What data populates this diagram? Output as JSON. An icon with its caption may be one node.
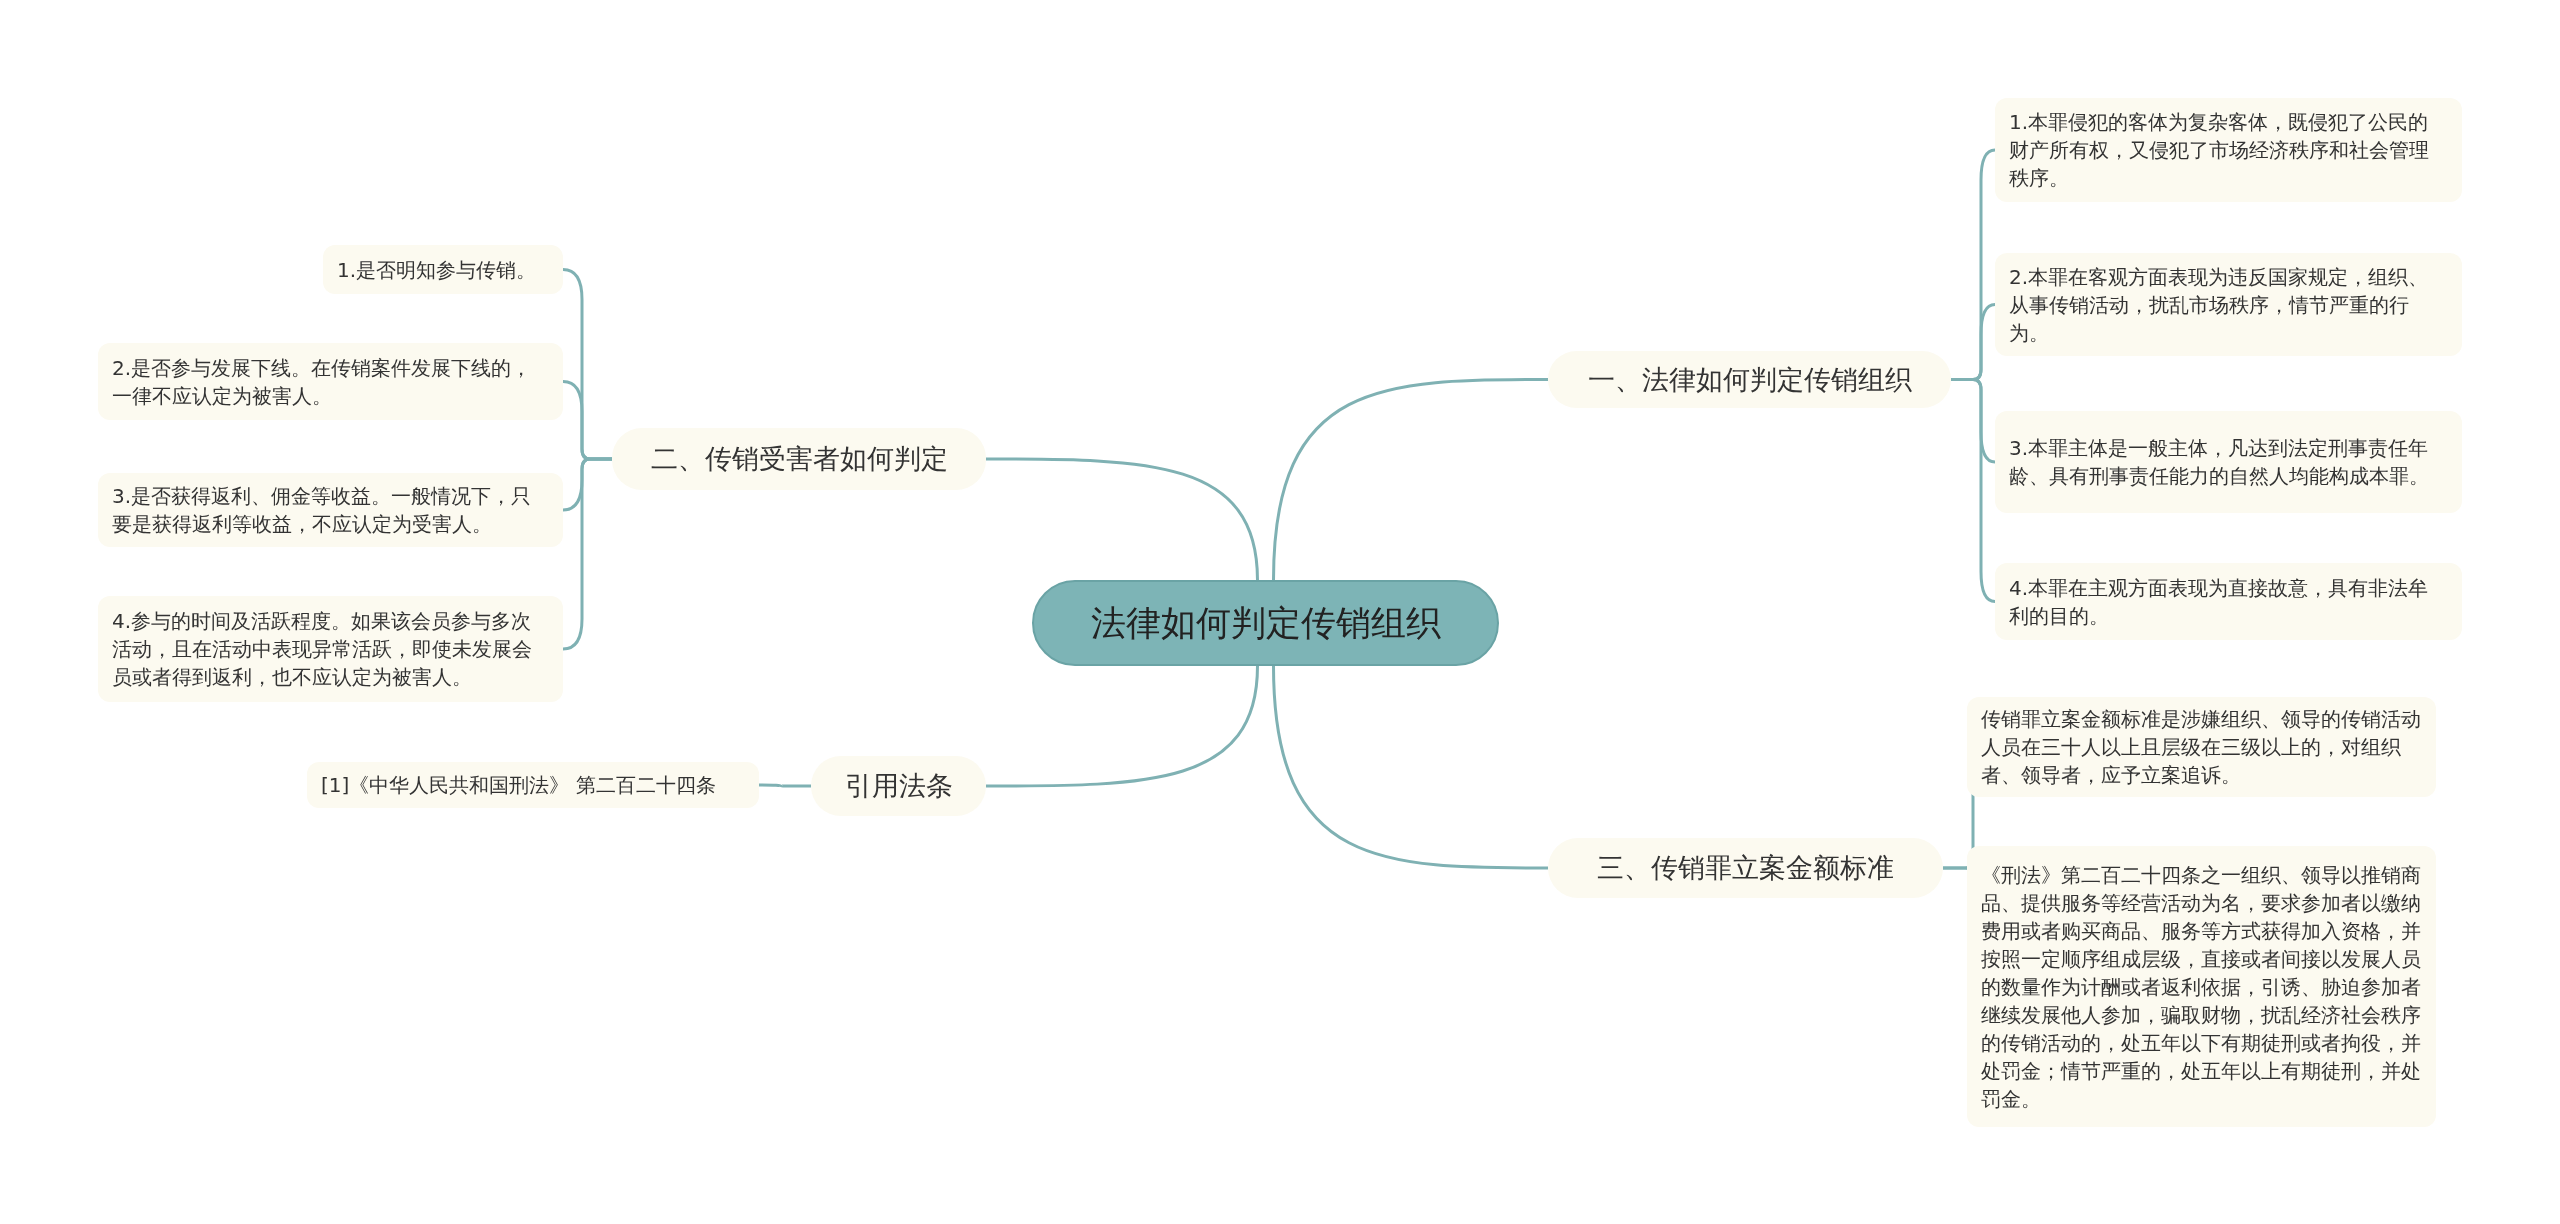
{
  "diagram": {
    "nodes": [
      {
        "text": [
          "法律如何判定传销组织"
        ]
      },
      {
        "text": [
          "一、法律如何判定传销组织"
        ]
      },
      {
        "text": [
          "1.本罪侵犯的客体为复杂客体，既侵犯了公民的财产所有权，又侵犯了市场经济秩序和社会管理秩序。"
        ]
      },
      {
        "text": [
          "2.本罪在客观方面表现为违反国家规定，组织、从事传销活动，扰乱市场秩序，情节严重的行为。"
        ]
      },
      {
        "text": [
          "3.本罪主体是一般主体，凡达到法定刑事责任年龄、具有刑事责任能力的自然人均能构成本罪。"
        ]
      },
      {
        "text": [
          "4.本罪在主观方面表现为直接故意，具有非法牟利的目的。"
        ]
      },
      {
        "text": [
          "三、传销罪立案金额标准"
        ]
      },
      {
        "text": [
          "传销罪立案金额标准是涉嫌组织、领导的传销活动人员在三十人以上且层级在三级以上的，对组织者、领导者，应予立案追诉。"
        ]
      },
      {
        "text": [
          "《刑法》第二百二十四条之一组织、领导以推销商品、提供服务等经营活动为名，要求参加者以缴纳费用或者购买商品、服务等方式获得加入资格，并按照一定顺序组成层级，直接或者间接以发展人员的数量作为计酬或者返利依据，引诱、胁迫参加者继续发展他人参加，骗取财物，扰乱经济社会秩序的传销活动的，处五年以下有期徒刑或者拘役，并处罚金；情节严重的，处五年以上有期徒刑，并处罚金。"
        ]
      },
      {
        "text": [
          "二、传销受害者如何判定"
        ]
      },
      {
        "text": [
          "1.是否明知参与传销。"
        ]
      },
      {
        "text": [
          "2.是否参与发展下线。在传销案件发展下线的，一律不应认定为被害人。"
        ]
      },
      {
        "text": [
          "3.是否获得返利、佣金等收益。一般情况下，只要是获得返利等收益，不应认定为受害人。"
        ]
      },
      {
        "text": [
          "4.参与的时间及活跃程度。如果该会员参与多次活动，且在活动中表现异常活跃，即使未发展会员或者得到返利，也不应认定为被害人。"
        ]
      },
      {
        "text": [
          "引用法条"
        ]
      },
      {
        "text": [
          "[1]《中华人民共和国刑法》 第二百二十四条"
        ]
      }
    ],
    "edges": [
      {
        "from": 0,
        "to": 1,
        "arrow": "none"
      },
      {
        "from": 1,
        "to": 2,
        "arrow": "none"
      },
      {
        "from": 1,
        "to": 3,
        "arrow": "none"
      },
      {
        "from": 1,
        "to": 4,
        "arrow": "none"
      },
      {
        "from": 1,
        "to": 5,
        "arrow": "none"
      },
      {
        "from": 0,
        "to": 6,
        "arrow": "none"
      },
      {
        "from": 6,
        "to": 7,
        "arrow": "none"
      },
      {
        "from": 6,
        "to": 8,
        "arrow": "none"
      },
      {
        "from": 0,
        "to": 9,
        "arrow": "none"
      },
      {
        "from": 9,
        "to": 10,
        "arrow": "none"
      },
      {
        "from": 9,
        "to": 11,
        "arrow": "none"
      },
      {
        "from": 9,
        "to": 12,
        "arrow": "none"
      },
      {
        "from": 9,
        "to": 13,
        "arrow": "none"
      },
      {
        "from": 0,
        "to": 14,
        "arrow": "none"
      },
      {
        "from": 14,
        "to": 15,
        "arrow": "none"
      }
    ]
  }
}
